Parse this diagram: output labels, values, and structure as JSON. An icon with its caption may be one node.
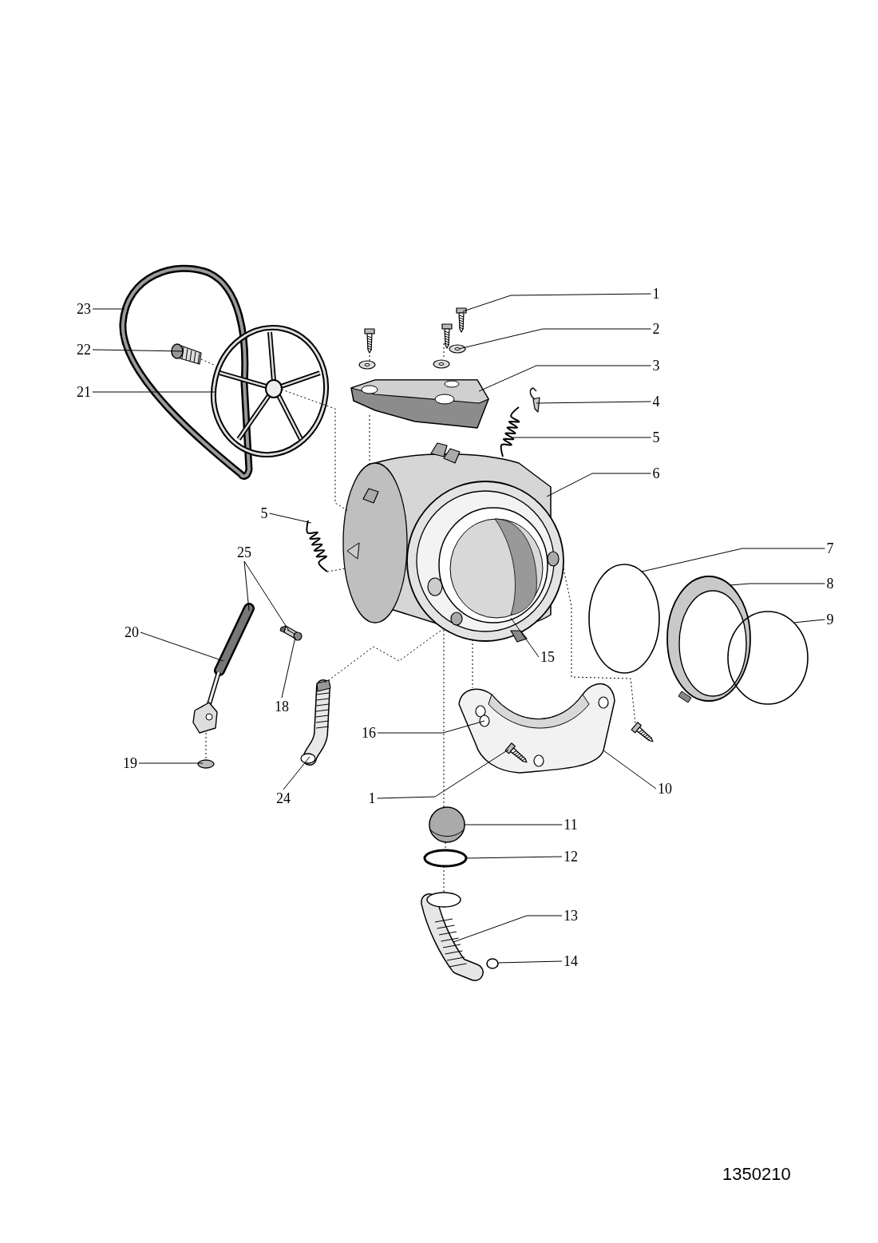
{
  "diagram": {
    "nodes": [
      {
        "text": [
          "23"
        ]
      },
      {
        "text": [
          "1"
        ]
      },
      {
        "text": [
          "2"
        ]
      },
      {
        "text": [
          "22"
        ]
      },
      {
        "text": [
          "3"
        ]
      },
      {
        "text": [
          "21"
        ]
      },
      {
        "text": [
          "4"
        ]
      },
      {
        "text": [
          "5"
        ]
      },
      {
        "text": [
          "6"
        ]
      },
      {
        "text": [
          "5"
        ]
      },
      {
        "text": [
          "7"
        ]
      },
      {
        "text": [
          "25"
        ]
      },
      {
        "text": [
          "8"
        ]
      },
      {
        "text": [
          "9"
        ]
      },
      {
        "text": [
          "20"
        ]
      },
      {
        "text": [
          "15"
        ]
      },
      {
        "text": [
          "18"
        ]
      },
      {
        "text": [
          "16"
        ]
      },
      {
        "text": [
          "19"
        ]
      },
      {
        "text": [
          "1"
        ]
      },
      {
        "text": [
          "24"
        ]
      },
      {
        "text": [
          "10"
        ]
      },
      {
        "text": [
          "11"
        ]
      },
      {
        "text": [
          "12"
        ]
      },
      {
        "text": [
          "13"
        ]
      },
      {
        "text": [
          "14"
        ]
      },
      {
        "text": [],
        "shape": "picture"
      },
      {
        "text": [],
        "shape": "picture"
      },
      {
        "text": [],
        "shape": "picture"
      },
      {
        "text": [],
        "shape": "picture",
        "in": 26
      },
      {
        "text": [],
        "shape": "picture"
      },
      {
        "text": [],
        "shape": "picture"
      },
      {
        "text": [],
        "shape": "picture"
      },
      {
        "text": [],
        "shape": "picture"
      },
      {
        "text": [],
        "shape": "picture"
      },
      {
        "text": [],
        "shape": "picture"
      },
      {
        "text": [],
        "shape": "ring"
      },
      {
        "text": [],
        "shape": "picture"
      },
      {
        "text": [],
        "shape": "picture"
      },
      {
        "text": [],
        "shape": "picture"
      },
      {
        "text": [],
        "shape": "ring"
      },
      {
        "text": [],
        "shape": "picture",
        "in": 34
      },
      {
        "text": [],
        "shape": "circle",
        "in": 46
      },
      {
        "text": [],
        "shape": "circle"
      },
      {
        "text": [],
        "shape": "picture",
        "in": 46
      },
      {
        "text": [],
        "shape": "picture"
      },
      {
        "text": [],
        "shape": "picture"
      },
      {
        "text": [],
        "shape": "picture"
      },
      {
        "text": [],
        "shape": "ring"
      },
      {
        "text": [],
        "shape": "picture"
      },
      {
        "text": [],
        "shape": "ring"
      },
      {
        "text": [],
        "shape": "picture"
      }
    ],
    "edges": [
      {
        "from": 0,
        "to": 26,
        "arrow": "none"
      },
      {
        "from": 1,
        "to": 27,
        "arrow": "none"
      },
      {
        "from": 2,
        "to": 28,
        "arrow": "none"
      },
      {
        "from": 3,
        "to": 29,
        "arrow": "none"
      },
      {
        "from": 4,
        "to": 30,
        "arrow": "none"
      },
      {
        "from": 5,
        "to": 31,
        "arrow": "none"
      },
      {
        "from": 6,
        "to": 32,
        "arrow": "none"
      },
      {
        "from": 7,
        "to": 33,
        "arrow": "none"
      },
      {
        "from": 8,
        "to": 34,
        "arrow": "none"
      },
      {
        "from": 9,
        "to": 35,
        "arrow": "none"
      },
      {
        "from": 10,
        "to": 36,
        "arrow": "none"
      },
      {
        "from": 11,
        "to": 37,
        "arrow": "none"
      },
      {
        "from": 11,
        "to": 38,
        "arrow": "none"
      },
      {
        "from": 12,
        "to": 39,
        "arrow": "none"
      },
      {
        "from": 13,
        "to": 40,
        "arrow": "none"
      },
      {
        "from": 14,
        "to": 37,
        "arrow": "none"
      },
      {
        "from": 15,
        "to": 41,
        "arrow": "none"
      },
      {
        "from": 16,
        "to": 38,
        "arrow": "none"
      },
      {
        "from": 17,
        "to": 42,
        "arrow": "none"
      },
      {
        "from": 18,
        "to": 43,
        "arrow": "none"
      },
      {
        "from": 19,
        "to": 44,
        "arrow": "none"
      },
      {
        "from": 20,
        "to": 45,
        "arrow": "none"
      },
      {
        "from": 21,
        "to": 46,
        "arrow": "none"
      },
      {
        "from": 22,
        "to": 47,
        "arrow": "none"
      },
      {
        "from": 23,
        "to": 48,
        "arrow": "none"
      },
      {
        "from": 24,
        "to": 49,
        "arrow": "none"
      },
      {
        "from": 25,
        "to": 50,
        "arrow": "none"
      },
      {
        "from": 29,
        "to": 31,
        "arrow": "none",
        "style": "dashed"
      },
      {
        "from": 31,
        "to": 34,
        "arrow": "none",
        "style": "dashed"
      },
      {
        "from": 35,
        "to": 34,
        "arrow": "none",
        "style": "dashed"
      },
      {
        "from": 34,
        "to": 45,
        "arrow": "none",
        "style": "dashed"
      },
      {
        "from": 34,
        "to": 47,
        "arrow": "none",
        "style": "dashed"
      },
      {
        "from": 47,
        "to": 48,
        "arrow": "none",
        "style": "dashed"
      },
      {
        "from": 48,
        "to": 49,
        "arrow": "none",
        "style": "dashed"
      },
      {
        "from": 34,
        "to": 46,
        "arrow": "none",
        "style": "dashed"
      },
      {
        "from": 34,
        "to": 51,
        "arrow": "none",
        "style": "dashed"
      },
      {
        "from": 37,
        "to": 43,
        "arrow": "none",
        "style": "dashed"
      }
    ],
    "labels": [
      "1350210"
    ]
  }
}
